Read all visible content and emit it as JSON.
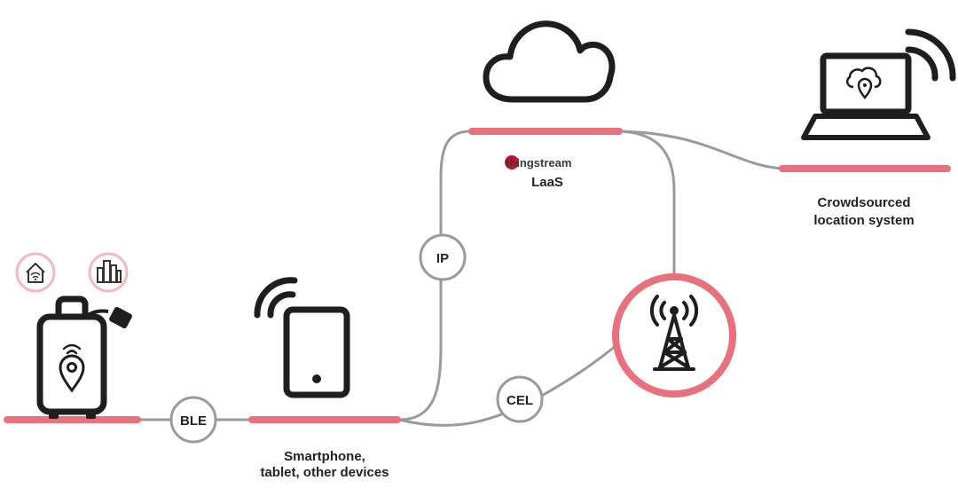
{
  "colors": {
    "accent": "#e8717d",
    "accent_light": "#f4b8bf",
    "line": "#9a9a9a",
    "icon": "#1e1e1e"
  },
  "labels": {
    "smartphone": [
      "Smartphone,",
      "tablet, other devices"
    ],
    "crowdsourced": [
      "Crowdsourced",
      "location system"
    ],
    "laas_brand": "thingstream",
    "laas": "LaaS"
  },
  "badges": {
    "ble": "BLE",
    "ip": "IP",
    "cel": "CEL"
  },
  "icons": {
    "home": "home-wifi-icon",
    "city": "city-icon",
    "luggage": "luggage-tracker-icon",
    "phone": "smartphone-icon",
    "cloud": "cloud-icon",
    "tower": "cell-tower-icon",
    "laptop": "laptop-icon"
  }
}
